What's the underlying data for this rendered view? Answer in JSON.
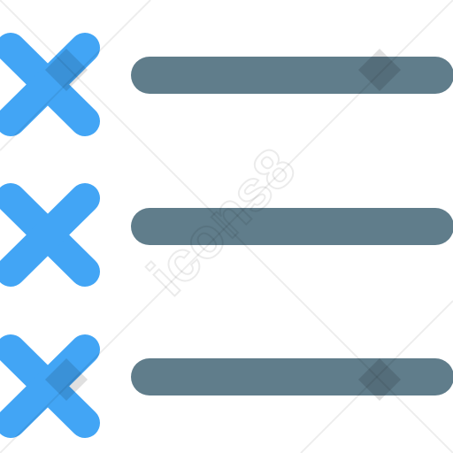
{
  "icon": {
    "name": "cross-list-icon",
    "rows": [
      {
        "marker": "x-icon",
        "item": "list-line"
      },
      {
        "marker": "x-icon",
        "item": "list-line"
      },
      {
        "marker": "x-icon",
        "item": "list-line"
      }
    ]
  },
  "colors": {
    "marker": "#42a5f5",
    "line": "#607d8b",
    "background": "#ffffff"
  },
  "watermark": {
    "text": "icons8"
  }
}
